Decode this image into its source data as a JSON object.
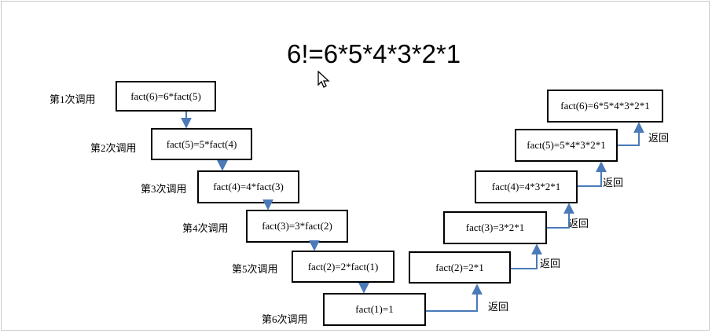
{
  "title": "6!=6*5*4*3*2*1",
  "calls": [
    {
      "label": "第1次调用",
      "box": "fact(6)=6*fact(5)"
    },
    {
      "label": "第2次调用",
      "box": "fact(5)=5*fact(4)"
    },
    {
      "label": "第3次调用",
      "box": "fact(4)=4*fact(3)"
    },
    {
      "label": "第4次调用",
      "box": "fact(3)=3*fact(2)"
    },
    {
      "label": "第5次调用",
      "box": "fact(2)=2*fact(1)"
    },
    {
      "label": "第6次调用",
      "box": "fact(1)=1"
    }
  ],
  "returns": [
    {
      "box": "fact(2)=2*1",
      "label": "返回"
    },
    {
      "box": "fact(3)=3*2*1",
      "label": "返回"
    },
    {
      "box": "fact(4)=4*3*2*1",
      "label": "返回"
    },
    {
      "box": "fact(5)=5*4*3*2*1",
      "label": "返回"
    },
    {
      "box": "fact(6)=6*5*4*3*2*1",
      "label": "返回"
    }
  ],
  "colors": {
    "arrow": "#4a7ab8",
    "box_border": "#000000"
  },
  "icons": {
    "cursor": "mouse-pointer-icon"
  }
}
